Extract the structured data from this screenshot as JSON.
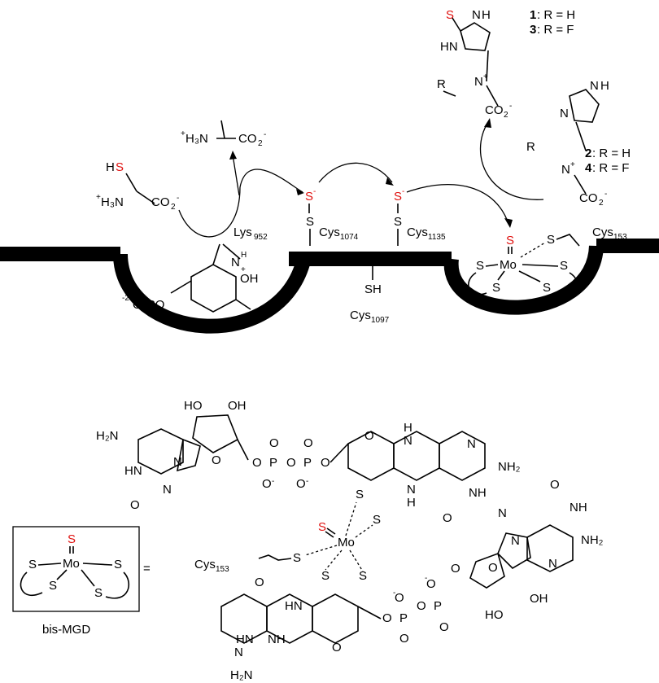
{
  "top": {
    "compound_legend": {
      "line1_num": "1",
      "line1_text": ": R = H",
      "line2_num": "3",
      "line2_text": ": R = F",
      "line3_num": "2",
      "line3_text": ": R = H",
      "line4_num": "4",
      "line4_text": ": R = F"
    },
    "thiolation_S": "S",
    "hercynine_R_top": "R",
    "hercynine_R_bottom": "R",
    "nh_top": "N",
    "nh_top_h": "H",
    "hn": "HN",
    "n_plus": "N",
    "co2": "CO",
    "cys_substrate_hs": "HS",
    "cys_substrate_h3n": "H₃N",
    "ala_h3n": "H₃N",
    "ala_co2": "CO",
    "plp_label": "O₃PO",
    "plp_charge": "-2",
    "plp_oh": "OH",
    "plp_nh": "N",
    "residues": {
      "lys": "Lys",
      "lys_sub": "952",
      "cys1074": "Cys",
      "cys1074_sub": "1074",
      "cys1135": "Cys",
      "cys1135_sub": "1135",
      "cys1097": "Cys",
      "cys1097_sub": "1097",
      "cys153": "Cys",
      "cys153_sub": "153"
    },
    "sh": "SH",
    "persulfide_s1": "S",
    "persulfide_s2": "S",
    "mo": "Mo",
    "mo_s_red": "S",
    "ligand_s": "S"
  },
  "bottom": {
    "bis_mgd_caption": "bis-MGD",
    "equals": "=",
    "mo": "Mo",
    "mo_s_red": "S",
    "cys153": "Cys",
    "cys153_sub": "153",
    "h2n": "H₂N",
    "nh2": "NH₂",
    "nh": "NH",
    "n": "N",
    "h": "H",
    "o": "O",
    "oh": "OH",
    "ho": "HO",
    "p": "P",
    "s": "S"
  },
  "colors": {
    "red": "#e0110f",
    "black": "#000000"
  }
}
